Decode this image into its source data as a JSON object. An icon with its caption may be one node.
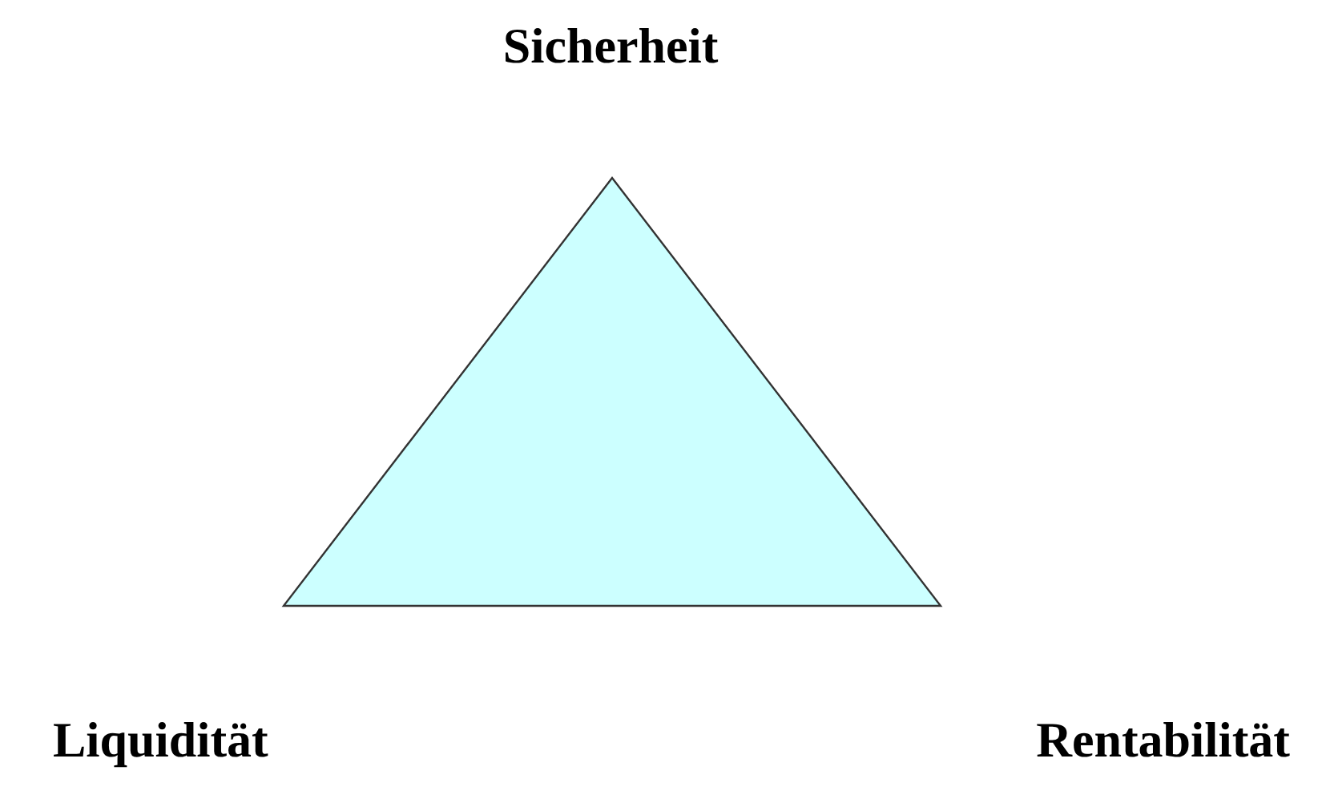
{
  "diagram": {
    "nodes": [
      {
        "text": [],
        "shape": "triangle"
      }
    ],
    "edges": [],
    "labels": [
      "Sicherheit",
      "Liquidität",
      "Rentabilität"
    ]
  }
}
